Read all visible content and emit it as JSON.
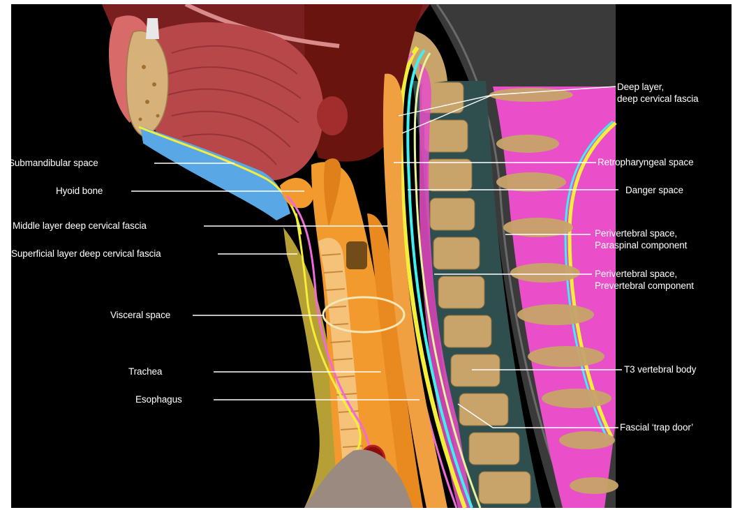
{
  "labels_left": {
    "submandibular": "Submandibular space",
    "hyoid": "Hyoid bone",
    "middle_layer": "Middle layer deep cervical fascia",
    "superficial_layer": "Superficial layer deep cervical fascia",
    "visceral": "Visceral space",
    "trachea": "Trachea",
    "esophagus": "Esophagus"
  },
  "labels_right": {
    "deep_layer_1": "Deep layer,",
    "deep_layer_2": "deep cervical fascia",
    "retropharyngeal": "Retropharyngeal space",
    "danger": "Danger space",
    "perivertebral_para_1": "Perivertebral space,",
    "perivertebral_para_2": "Paraspinal component",
    "perivertebral_pre_1": "Perivertebral space,",
    "perivertebral_pre_2": "Prevertebral component",
    "t3": "T3 vertebral body",
    "trap_door": "Fascial ‘trap door’"
  },
  "colors": {
    "background": "#000000",
    "muscle": "#8c2a2a",
    "tongue": "#b8474a",
    "bone": "#d6b27a",
    "viscera": "#f29a2e",
    "paraspinal": "#e84fc8",
    "fascia_cyan": "#3ff0f0",
    "fascia_yellow": "#f2ee3a",
    "fascia_pink": "#f06ad8",
    "submandibular": "#5aa7e6",
    "skin_gray": "#3d3d3d",
    "label_text": "#ffffff"
  }
}
